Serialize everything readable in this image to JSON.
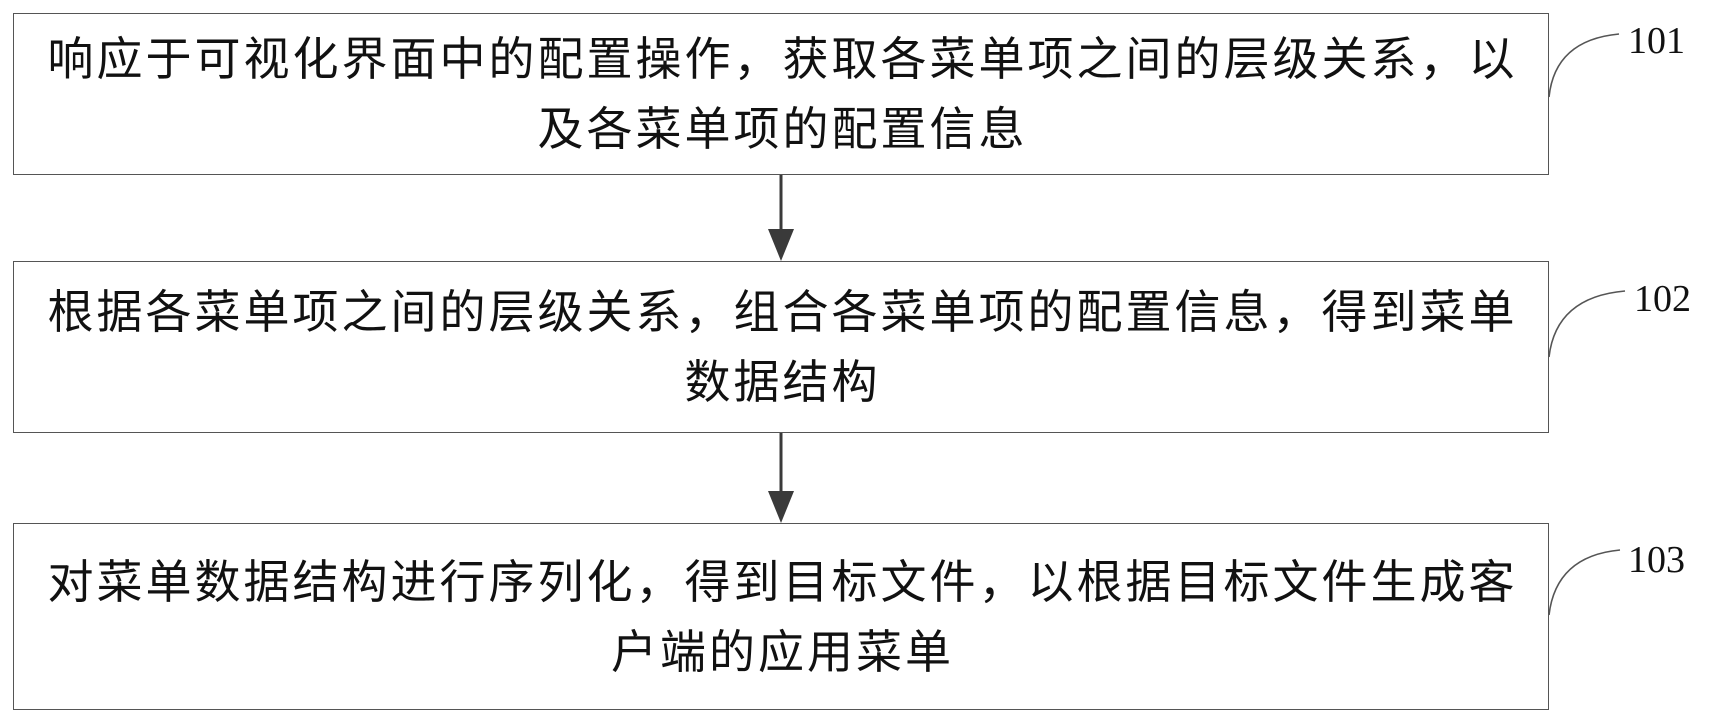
{
  "steps": [
    {
      "label": "101",
      "lines": [
        "响应于可视化界面中的配置操作，获取各菜单项之间的层级关系，以",
        "及各菜单项的配置信息"
      ]
    },
    {
      "label": "102",
      "lines": [
        "根据各菜单项之间的层级关系，组合各菜单项的配置信息，得到菜单",
        "数据结构"
      ]
    },
    {
      "label": "103",
      "lines": [
        "对菜单数据结构进行序列化，得到目标文件，以根据目标文件生成客",
        "户端的应用菜单"
      ]
    }
  ]
}
